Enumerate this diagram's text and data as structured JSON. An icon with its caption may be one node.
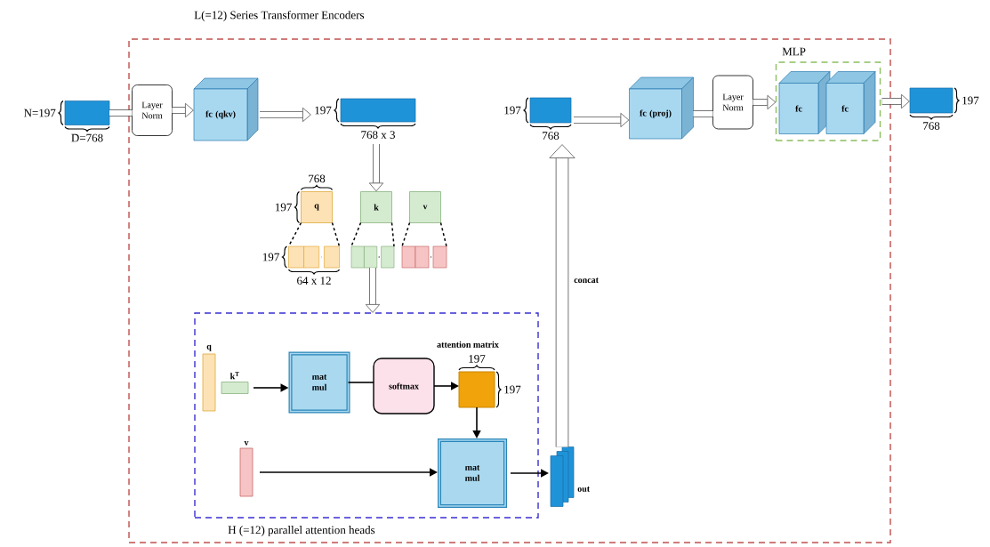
{
  "diagram": {
    "nodes": [
      {
        "text": [
          "L(=12) Series Transformer Encoders"
        ]
      },
      {
        "text": [],
        "shape": "box",
        "beside": [
          "N=197",
          "D=768"
        ]
      },
      {
        "text": [
          "Layer Norm"
        ],
        "in": 0
      },
      {
        "text": [
          "fc (qkv)"
        ],
        "in": 0
      },
      {
        "text": [],
        "shape": "box",
        "beside": [
          "197",
          "768 x 3"
        ],
        "in": 0
      },
      {
        "text": [
          "q"
        ],
        "beside": [
          "768",
          "197"
        ],
        "in": 0
      },
      {
        "text": [
          "k"
        ],
        "in": 0
      },
      {
        "text": [
          "v"
        ],
        "in": 0
      },
      {
        "text": [],
        "shape": "box",
        "beside": [
          "197",
          "64 x 12"
        ],
        "in": 0
      },
      {
        "text": [],
        "shape": "box",
        "in": 0
      },
      {
        "text": [],
        "shape": "box",
        "in": 0
      },
      {
        "text": [
          "H (=12) parallel attention heads"
        ],
        "in": 0
      },
      {
        "text": [],
        "shape": "box",
        "beside": [
          "q"
        ],
        "in": 11
      },
      {
        "text": [],
        "shape": "box",
        "beside": [
          "k$^{T}$"
        ],
        "in": 11
      },
      {
        "text": [
          "mat mul"
        ],
        "in": 11
      },
      {
        "text": [
          "softmax"
        ],
        "in": 11
      },
      {
        "text": [],
        "shape": "box",
        "beside": [
          "attention matrix",
          "197",
          "197"
        ],
        "in": 11
      },
      {
        "text": [],
        "shape": "box",
        "beside": [
          "v"
        ],
        "in": 11
      },
      {
        "text": [
          "mat mul"
        ],
        "in": 11
      },
      {
        "text": [],
        "shape": "box",
        "beside": [
          "out"
        ],
        "in": 0
      },
      {
        "text": [],
        "shape": "box",
        "beside": [
          "197",
          "768"
        ],
        "in": 0
      },
      {
        "text": [
          "fc (proj)"
        ],
        "in": 0
      },
      {
        "text": [
          "Layer Norm"
        ],
        "in": 0
      },
      {
        "text": [
          "MLP"
        ],
        "in": 0
      },
      {
        "text": [
          "fc"
        ],
        "in": 23
      },
      {
        "text": [
          "fc"
        ],
        "in": 23
      },
      {
        "text": [],
        "shape": "box",
        "beside": [
          "197",
          "768"
        ]
      }
    ],
    "edges": [
      {
        "from": 1,
        "to": 2,
        "arrow": "none",
        "style": "thick"
      },
      {
        "from": 2,
        "to": 3,
        "arrow": "to",
        "style": "thick"
      },
      {
        "from": 3,
        "to": 4,
        "arrow": "to",
        "style": "thick"
      },
      {
        "from": 4,
        "to": 6,
        "arrow": "to",
        "style": "thick"
      },
      {
        "from": 5,
        "to": 8,
        "arrow": "none",
        "style": "dashed"
      },
      {
        "from": 5,
        "to": 8,
        "arrow": "none",
        "style": "dashed"
      },
      {
        "from": 6,
        "to": 9,
        "arrow": "none",
        "style": "dashed"
      },
      {
        "from": 6,
        "to": 9,
        "arrow": "none",
        "style": "dashed"
      },
      {
        "from": 7,
        "to": 10,
        "arrow": "none",
        "style": "dashed"
      },
      {
        "from": 7,
        "to": 10,
        "arrow": "none",
        "style": "dashed"
      },
      {
        "from": 9,
        "to": 11,
        "arrow": "to",
        "style": "thick"
      },
      {
        "from": 13,
        "to": 14,
        "arrow": "to"
      },
      {
        "from": 14,
        "to": 15,
        "arrow": "none"
      },
      {
        "from": 15,
        "to": 16,
        "arrow": "to"
      },
      {
        "from": 16,
        "to": 18,
        "arrow": "to"
      },
      {
        "from": 17,
        "to": 18,
        "arrow": "to"
      },
      {
        "from": 18,
        "to": 19,
        "arrow": "to"
      },
      {
        "from": 19,
        "to": 20,
        "arrow": "to",
        "label": "concat",
        "style": "thick"
      },
      {
        "from": 20,
        "to": 21,
        "arrow": "to",
        "style": "thick"
      },
      {
        "from": 21,
        "to": 22,
        "arrow": "none",
        "style": "thick"
      },
      {
        "from": 22,
        "to": 23,
        "arrow": "to",
        "style": "thick"
      },
      {
        "from": 23,
        "to": 26,
        "arrow": "to",
        "style": "thick"
      }
    ]
  }
}
